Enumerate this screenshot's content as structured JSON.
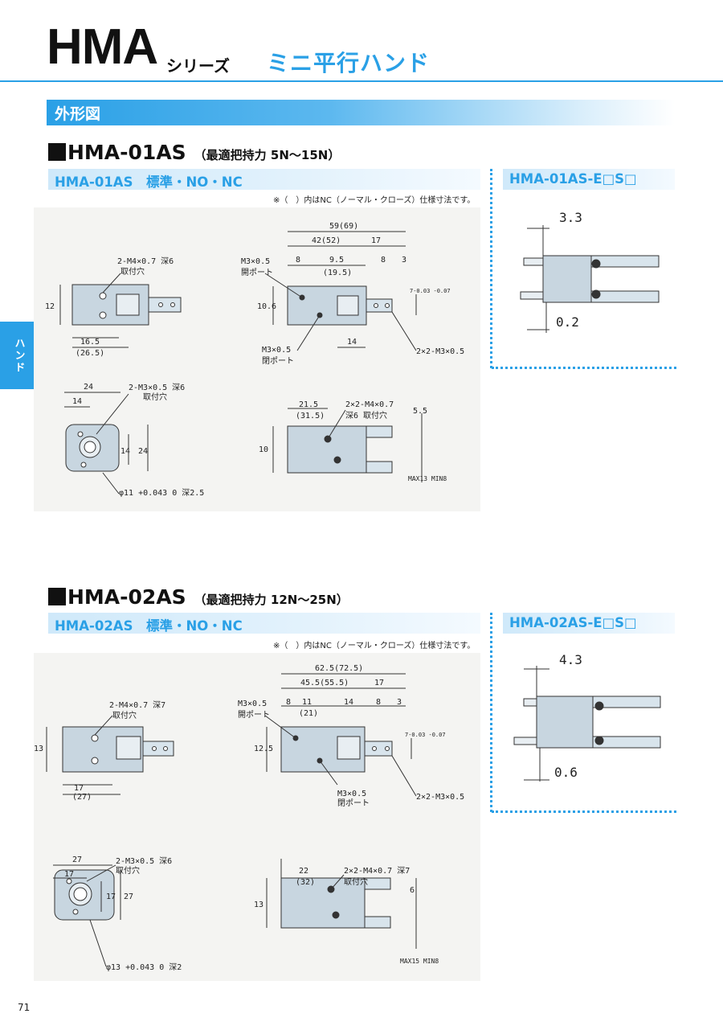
{
  "header": {
    "series": "HMA",
    "series_suffix": "シリーズ",
    "subtitle": "ミニ平行ハンド"
  },
  "side_tab": "ハンド",
  "section_title": "外形図",
  "models": [
    {
      "name": "HMA-01AS",
      "grip_note": "（最適把持力 5N～15N）",
      "standard_label": "HMA-01AS　標準・NO・NC",
      "variant_label": "HMA-01AS-E□S□",
      "footnote": "※（　）内はNC（ノーマル・クローズ）仕様寸法です。",
      "top_view": {
        "hole_label": "2-M4×0.7 深6",
        "hole_sub": "取付穴",
        "height": "12",
        "len1": "16.5",
        "len2": "(26.5)"
      },
      "front_view": {
        "total": "59(69)",
        "body": "42(52)",
        "d17": "17",
        "port1": "M3×0.5",
        "port1_sub": "開ポート",
        "d8": "8",
        "d95": "9.5",
        "d195": "(19.5)",
        "d8b": "8",
        "d3": "3",
        "h106": "10.6",
        "tol": "7-0.03 -0.07",
        "d14": "14",
        "port2": "M3×0.5",
        "port2_sub": "閉ポート",
        "screws": "2×2-M3×0.5"
      },
      "end_view": {
        "w24": "24",
        "w14": "14",
        "tap": "2-M3×0.5 深6",
        "tap_sub": "取付穴",
        "h14": "14",
        "h24": "24",
        "bore": "φ11 +0.043 0 深2.5"
      },
      "side_view": {
        "d215": "21.5",
        "d315": "(31.5)",
        "screws": "2×2-M4×0.7",
        "screws_sub": "深6 取付穴",
        "d55": "5.5",
        "h10": "10",
        "stroke": "MAX13 MIN8"
      },
      "variant_view": {
        "d_top": "3.3",
        "d_bottom": "0.2"
      }
    },
    {
      "name": "HMA-02AS",
      "grip_note": "（最適把持力 12N～25N）",
      "standard_label": "HMA-02AS　標準・NO・NC",
      "variant_label": "HMA-02AS-E□S□",
      "footnote": "※（　）内はNC（ノーマル・クローズ）仕様寸法です。",
      "top_view": {
        "hole_label": "2-M4×0.7 深7",
        "hole_sub": "取付穴",
        "height": "13",
        "len1": "17",
        "len2": "(27)"
      },
      "front_view": {
        "total": "62.5(72.5)",
        "body": "45.5(55.5)",
        "d17": "17",
        "port1": "M3×0.5",
        "port1_sub": "開ポート",
        "d8": "8",
        "d11": "11",
        "d21": "(21)",
        "d14": "14",
        "d8b": "8",
        "d3": "3",
        "h125": "12.5",
        "tol": "7-0.03 -0.07",
        "port2": "M3×0.5",
        "port2_sub": "閉ポート",
        "screws": "2×2-M3×0.5"
      },
      "end_view": {
        "w27": "27",
        "w17": "17",
        "tap": "2-M3×0.5 深6",
        "tap_sub": "取付穴",
        "h17": "17",
        "h27": "27",
        "bore": "φ13 +0.043 0 深2"
      },
      "side_view": {
        "d22": "22",
        "d32": "(32)",
        "screws": "2×2-M4×0.7 深7",
        "screws_sub": "取付穴",
        "d6": "6",
        "h13": "13",
        "stroke": "MAX15 MIN8"
      },
      "variant_view": {
        "d_top": "4.3",
        "d_bottom": "0.6"
      }
    }
  ],
  "page_number": "71"
}
